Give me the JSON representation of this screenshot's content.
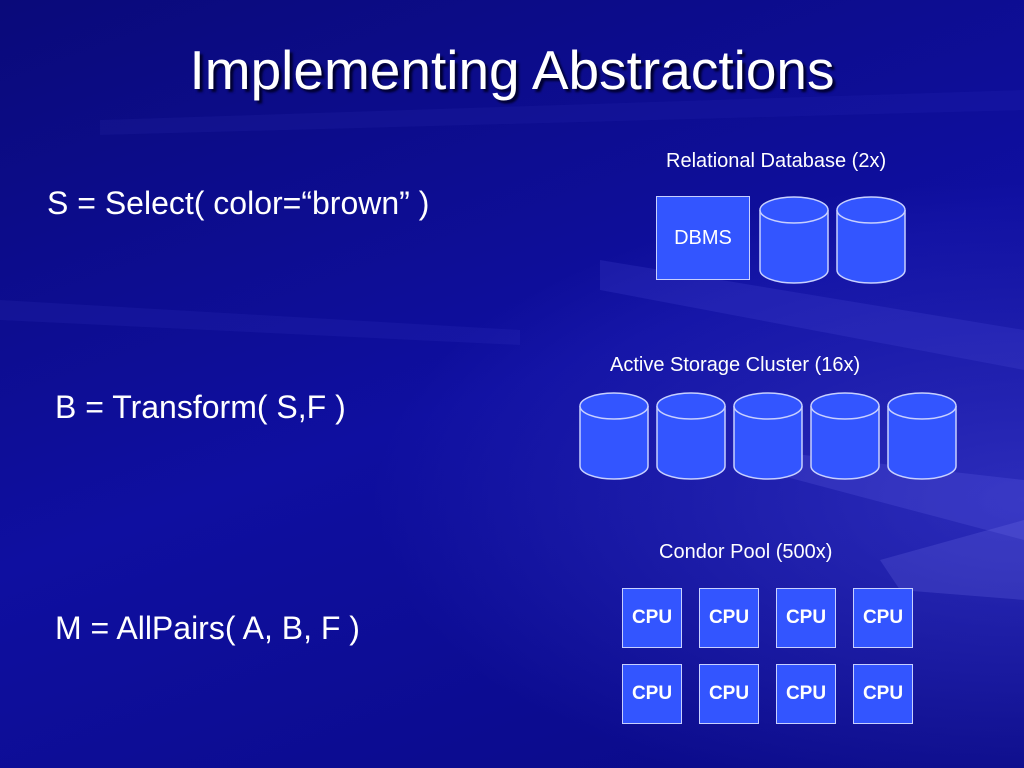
{
  "title": "Implementing Abstractions",
  "expressions": {
    "select": "S = Select( color=“brown” )",
    "transform": "B = Transform( S,F )",
    "allpairs": "M = AllPairs( A, B, F )"
  },
  "relational_database": {
    "caption": "Relational Database (2x)",
    "dbms_label": "DBMS",
    "cylinder_count": 2
  },
  "active_storage_cluster": {
    "caption": "Active Storage Cluster (16x)",
    "cylinder_count": 5
  },
  "condor_pool": {
    "caption": "Condor Pool (500x)",
    "cpu_labels": [
      "CPU",
      "CPU",
      "CPU",
      "CPU",
      "CPU",
      "CPU",
      "CPU",
      "CPU"
    ]
  },
  "colors": {
    "background": "#0a0a8c",
    "node_fill": "#3355ff",
    "node_border": "#c8d0ff",
    "text": "#ffffff"
  }
}
